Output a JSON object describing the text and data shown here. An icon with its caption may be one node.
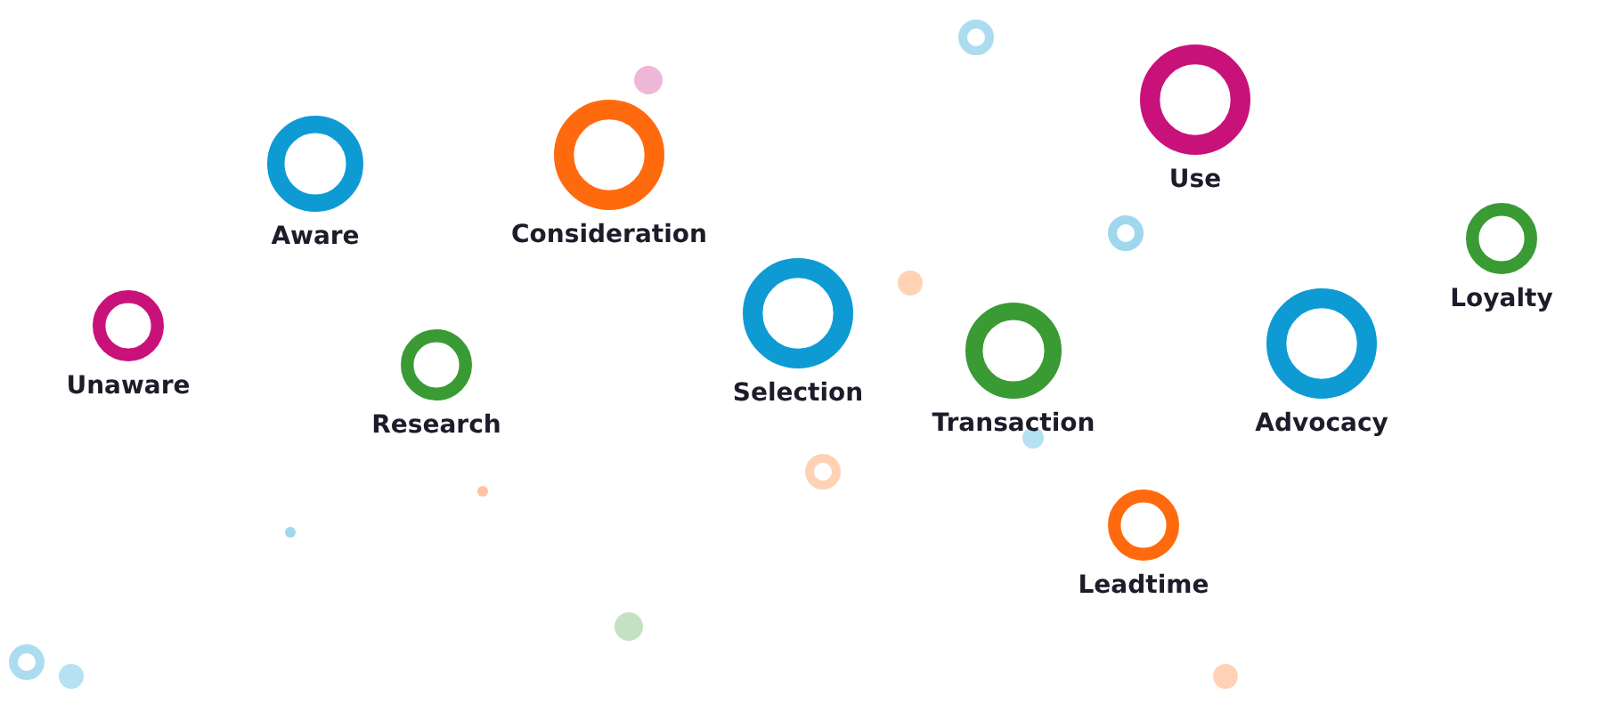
{
  "diagram": {
    "nodes": [
      {
        "text": [
          "Unaware"
        ]
      },
      {
        "text": [
          "Aware"
        ]
      },
      {
        "text": [
          "Research"
        ]
      },
      {
        "text": [
          "Consideration"
        ]
      },
      {
        "text": [
          "Selection"
        ]
      },
      {
        "text": [
          "Transaction"
        ]
      },
      {
        "text": [
          "Use"
        ]
      },
      {
        "text": [
          "Leadtime"
        ]
      },
      {
        "text": [
          "Advocacy"
        ]
      },
      {
        "text": [
          "Loyalty"
        ]
      }
    ]
  }
}
